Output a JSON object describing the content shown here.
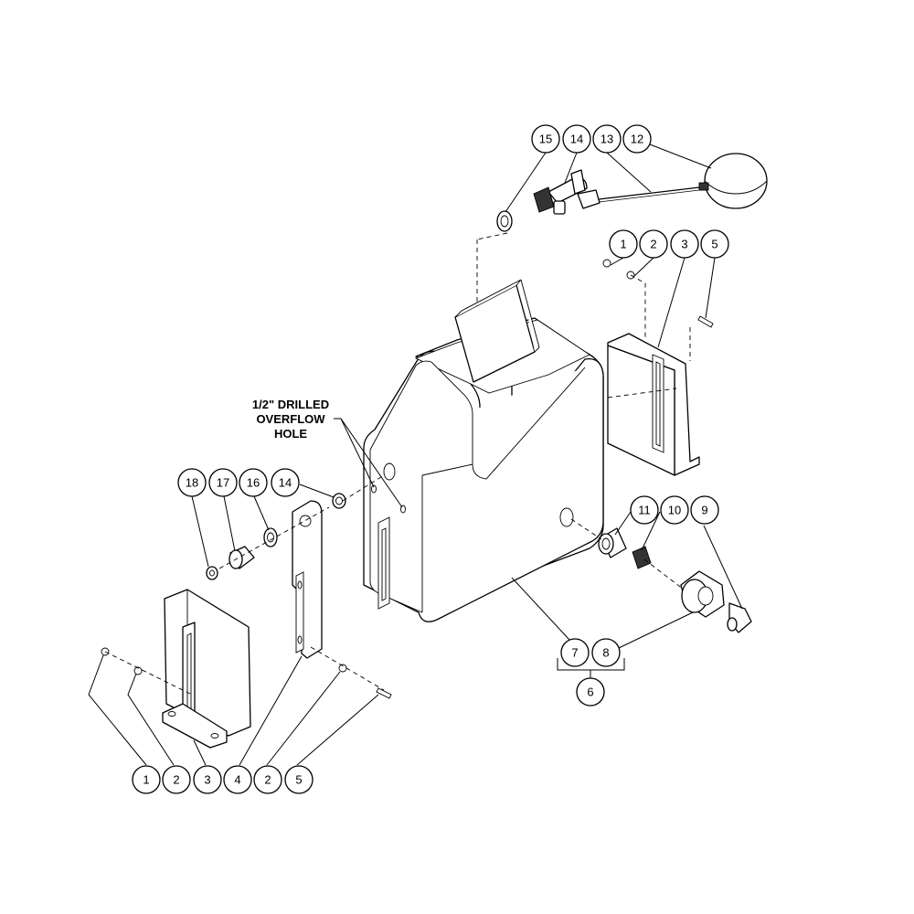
{
  "note": {
    "lines": [
      "1/2\" DRILLED",
      "OVERFLOW",
      "HOLE"
    ]
  },
  "balloons": {
    "b15": "15",
    "b14_top": "14",
    "b13": "13",
    "b12": "12",
    "b1_right": "1",
    "b2_right": "2",
    "b3_right": "3",
    "b5_right": "5",
    "b18": "18",
    "b17": "17",
    "b16": "16",
    "b14_left": "14",
    "b11": "11",
    "b10": "10",
    "b9": "9",
    "b7": "7",
    "b8": "8",
    "b6": "6",
    "b1_bottom": "1",
    "b2_bottom_a": "2",
    "b3_bottom": "3",
    "b4_bottom": "4",
    "b2_bottom_b": "2",
    "b5_bottom": "5"
  }
}
